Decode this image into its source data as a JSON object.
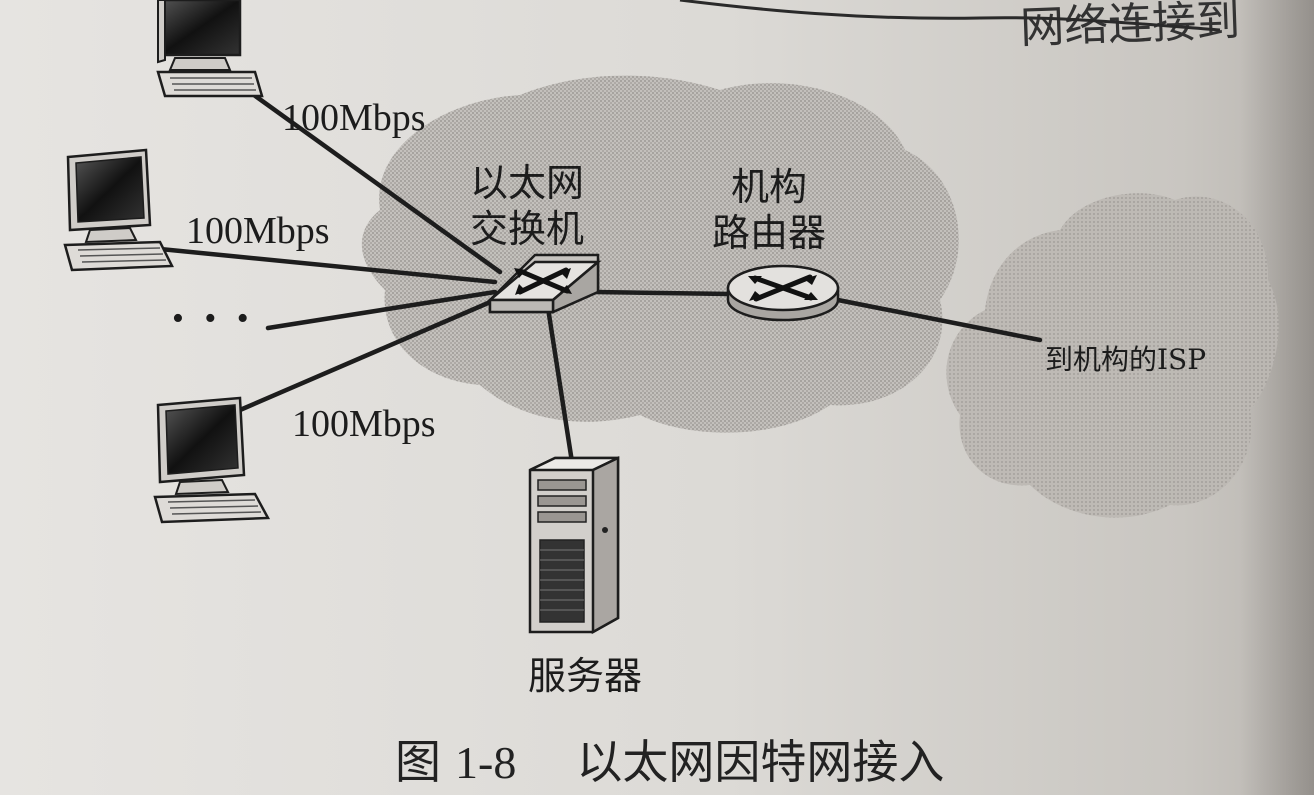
{
  "nodes": {
    "switch_label": "以太网\n交换机",
    "router_label": "机构\n路由器",
    "isp_label": "到机构的ISP",
    "server_label": "服务器",
    "ellipsis": "• • •"
  },
  "links": {
    "rate_1": "100Mbps",
    "rate_2": "100Mbps",
    "rate_3": "100Mbps"
  },
  "caption": {
    "prefix": "图",
    "number": "1-8",
    "title": "以太网因特网接入"
  },
  "top_fragment": "网络连接到"
}
